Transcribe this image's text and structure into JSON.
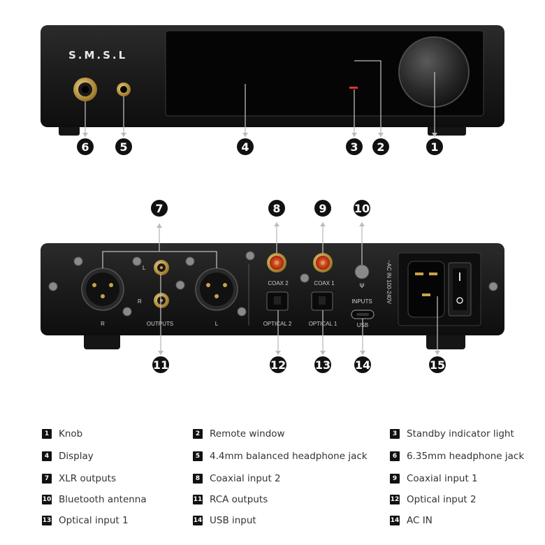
{
  "brand_logo": "S.M.S.L",
  "front_callouts": [
    "1",
    "2",
    "3",
    "4",
    "5",
    "6"
  ],
  "rear_callouts": [
    "7",
    "8",
    "9",
    "10",
    "11",
    "12",
    "13",
    "14",
    "15"
  ],
  "rear_labels": {
    "xlr_right": "R",
    "xlr_left": "L",
    "rca_left": "L",
    "rca_right": "R",
    "outputs": "OUTPUTS",
    "coax2": "COAX 2",
    "coax1": "COAX 1",
    "inputs": "INPUTS",
    "optical2": "OPTICAL 2",
    "optical1": "OPTICAL 1",
    "usb": "USB",
    "ac_in": "~AC IN 100-240V"
  },
  "legend": [
    {
      "num": "1",
      "label": "Knob"
    },
    {
      "num": "2",
      "label": "Remote window"
    },
    {
      "num": "3",
      "label": "Standby indicator light"
    },
    {
      "num": "4",
      "label": "Display"
    },
    {
      "num": "5",
      "label": "4.4mm balanced headphone jack"
    },
    {
      "num": "6",
      "label": "6.35mm headphone jack"
    },
    {
      "num": "7",
      "label": "XLR outputs"
    },
    {
      "num": "8",
      "label": "Coaxial input 2"
    },
    {
      "num": "9",
      "label": "Coaxial input 1"
    },
    {
      "num": "10",
      "label": "Bluetooth antenna"
    },
    {
      "num": "11",
      "label": "RCA outputs"
    },
    {
      "num": "12",
      "label": "Optical input 2"
    },
    {
      "num": "13",
      "label": "Optical input 1"
    },
    {
      "num": "14",
      "label": "USB input"
    },
    {
      "num": "14",
      "label": "AC IN"
    }
  ],
  "colors": {
    "chassis": "#1a1a1a",
    "callout": "#111111",
    "gold": "#c9a24a",
    "standby": "#e0352b"
  }
}
